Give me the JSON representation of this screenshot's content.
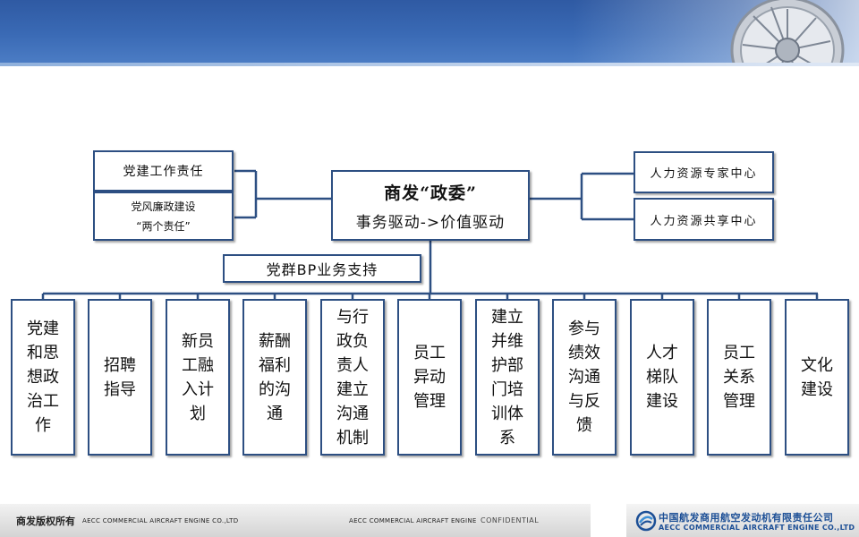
{
  "left": {
    "box1": "党建工作责任",
    "box2_line1": "党风廉政建设",
    "box2_line2": "“两个责任”"
  },
  "center": {
    "title": "商发“政委”",
    "subtitle": "事务驱动->价值驱动"
  },
  "right": {
    "box1": "人力资源专家中心",
    "box2": "人力资源共享中心"
  },
  "bp": "党群BP业务支持",
  "columns": [
    "党建和思想政治工作",
    "招聘指导",
    "新员工融入计划",
    "薪酬福利的沟通",
    "与行政负责人建立沟通机制",
    "员工异动管理",
    "建立并维护部门培训体系",
    "参与绩效沟通与反馈",
    "人才梯队建设",
    "员工关系管理",
    "文化建设"
  ],
  "footer": {
    "rights_cn": "商发版权所有",
    "company_en_1": "AECC COMMERCIAL AIRCRAFT ENGINE CO.,LTD",
    "company_en_2": "AECC COMMERCIAL AIRCRAFT ENGINE",
    "confidential": "CONFIDENTIAL",
    "logo_cn": "中国航发商用航空发动机有限责任公司",
    "logo_en": "AECC COMMERCIAL AIRCRAFT ENGINE CO.,LTD"
  },
  "colors": {
    "header_blue": "#2f5aa3",
    "border": "#2d4f82",
    "logo_blue": "#1c4f96"
  },
  "icons": {
    "header_image": "turbofan-engine-icon",
    "footer_logo": "aecc-logo-icon"
  }
}
